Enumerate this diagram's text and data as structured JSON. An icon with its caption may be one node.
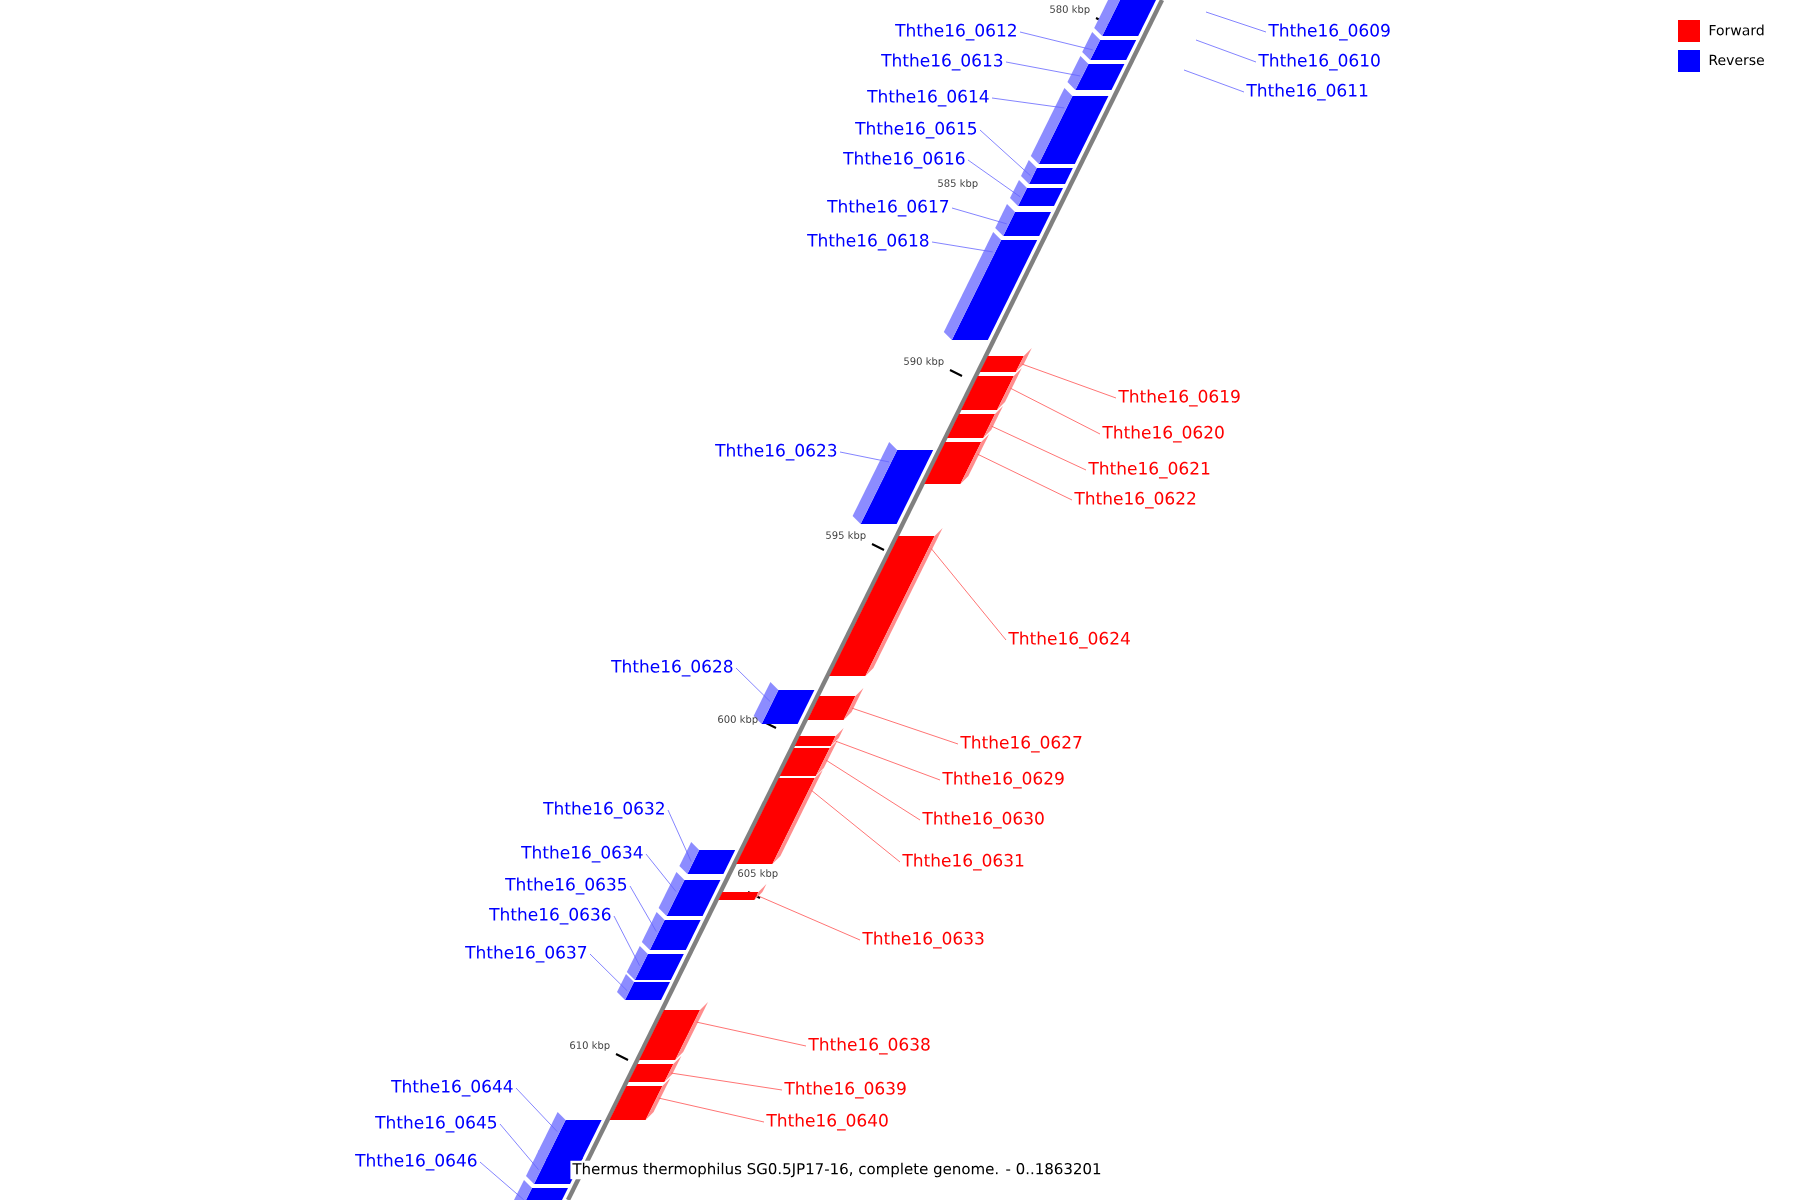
{
  "diagram": {
    "caption": "Thermus thermophilus SG0.5JP17-16, complete genome. - 0..1863201",
    "nodes": [
      {
        "text": [
          "Ththe16_0609"
        ]
      },
      {
        "text": [
          "Ththe16_0612"
        ]
      },
      {
        "text": [
          "Ththe16_0610"
        ]
      },
      {
        "text": [
          "Ththe16_0613"
        ]
      },
      {
        "text": [
          "Ththe16_0611"
        ]
      },
      {
        "text": [
          "Ththe16_0614"
        ]
      },
      {
        "text": [
          "Ththe16_0615"
        ]
      },
      {
        "text": [
          "Ththe16_0616"
        ]
      },
      {
        "text": [
          "Ththe16_0617"
        ]
      },
      {
        "text": [
          "Ththe16_0618"
        ]
      },
      {
        "text": [
          "Ththe16_0619"
        ]
      },
      {
        "text": [
          "Ththe16_0620"
        ]
      },
      {
        "text": [
          "Ththe16_0623"
        ]
      },
      {
        "text": [
          "Ththe16_0621"
        ]
      },
      {
        "text": [
          "Ththe16_0622"
        ]
      },
      {
        "text": [
          "Ththe16_0624"
        ]
      },
      {
        "text": [
          "Ththe16_0628"
        ]
      },
      {
        "text": [
          "Ththe16_0627"
        ]
      },
      {
        "text": [
          "Ththe16_0629"
        ]
      },
      {
        "text": [
          "Ththe16_0632"
        ]
      },
      {
        "text": [
          "Ththe16_0630"
        ]
      },
      {
        "text": [
          "Ththe16_0634"
        ]
      },
      {
        "text": [
          "Ththe16_0631"
        ]
      },
      {
        "text": [
          "Ththe16_0635"
        ]
      },
      {
        "text": [
          "Ththe16_0636"
        ]
      },
      {
        "text": [
          "Ththe16_0633"
        ]
      },
      {
        "text": [
          "Ththe16_0637"
        ]
      },
      {
        "text": [
          "Ththe16_0638"
        ]
      },
      {
        "text": [
          "Ththe16_0644"
        ]
      },
      {
        "text": [
          "Ththe16_0639"
        ]
      },
      {
        "text": [
          "Ththe16_0640"
        ]
      },
      {
        "text": [
          "Ththe16_0645"
        ]
      },
      {
        "text": [
          "Ththe16_0646"
        ]
      },
      {
        "text": [],
        "shape": "box"
      },
      {
        "text": [],
        "shape": "box"
      },
      {
        "text": [],
        "shape": "box"
      },
      {
        "text": [],
        "shape": "box"
      },
      {
        "text": [],
        "shape": "box"
      },
      {
        "text": [],
        "shape": "box"
      },
      {
        "text": [],
        "shape": "box"
      },
      {
        "text": [],
        "shape": "box"
      },
      {
        "text": [],
        "shape": "box"
      },
      {
        "text": [],
        "shape": "box"
      },
      {
        "text": [],
        "shape": "box"
      },
      {
        "text": [],
        "shape": "box"
      },
      {
        "text": [],
        "shape": "box"
      },
      {
        "text": [],
        "shape": "box"
      },
      {
        "text": [],
        "shape": "box"
      },
      {
        "text": [],
        "shape": "box"
      },
      {
        "text": [],
        "shape": "box"
      },
      {
        "text": [],
        "shape": "box"
      },
      {
        "text": [],
        "shape": "box"
      },
      {
        "text": [],
        "shape": "box"
      },
      {
        "text": [],
        "shape": "box"
      },
      {
        "text": [],
        "shape": "box"
      },
      {
        "text": [],
        "shape": "box"
      },
      {
        "text": [],
        "shape": "box"
      },
      {
        "text": [],
        "shape": "box"
      },
      {
        "text": [],
        "shape": "box"
      },
      {
        "text": [],
        "shape": "box"
      },
      {
        "text": [],
        "shape": "box"
      },
      {
        "text": [],
        "shape": "box"
      },
      {
        "text": [],
        "shape": "box"
      },
      {
        "text": [],
        "shape": "box"
      }
    ],
    "edges": [
      {
        "from": 0,
        "to": null,
        "arrow": "none"
      },
      {
        "from": 1,
        "to": 34,
        "arrow": "none"
      },
      {
        "from": 2,
        "to": null,
        "arrow": "none"
      },
      {
        "from": 3,
        "to": 35,
        "arrow": "none"
      },
      {
        "from": 4,
        "to": null,
        "arrow": "none"
      },
      {
        "from": 5,
        "to": 36,
        "arrow": "none"
      },
      {
        "from": 6,
        "to": 37,
        "arrow": "none"
      },
      {
        "from": 7,
        "to": 38,
        "arrow": "none"
      },
      {
        "from": 8,
        "to": 39,
        "arrow": "none"
      },
      {
        "from": 9,
        "to": 40,
        "arrow": "none"
      },
      {
        "from": 10,
        "to": 41,
        "arrow": "none",
        "color": "#ff5050"
      },
      {
        "from": 11,
        "to": 42,
        "arrow": "none",
        "color": "#ff5050"
      },
      {
        "from": 12,
        "to": 45,
        "arrow": "none"
      },
      {
        "from": 13,
        "to": 43,
        "arrow": "none",
        "color": "#ff5050"
      },
      {
        "from": 14,
        "to": 44,
        "arrow": "none",
        "color": "#ff5050"
      },
      {
        "from": 15,
        "to": 46,
        "arrow": "none",
        "color": "#ff5050"
      },
      {
        "from": 16,
        "to": 47,
        "arrow": "none"
      },
      {
        "from": 17,
        "to": 48,
        "arrow": "none",
        "color": "#ff5050"
      },
      {
        "from": 18,
        "to": 49,
        "arrow": "none",
        "color": "#ff5050"
      },
      {
        "from": 19,
        "to": 52,
        "arrow": "none"
      },
      {
        "from": 20,
        "to": 50,
        "arrow": "none",
        "color": "#ff5050"
      },
      {
        "from": 21,
        "to": 53,
        "arrow": "none"
      },
      {
        "from": 22,
        "to": 51,
        "arrow": "none",
        "color": "#ff5050"
      },
      {
        "from": 23,
        "to": 55,
        "arrow": "none"
      },
      {
        "from": 24,
        "to": 56,
        "arrow": "none"
      },
      {
        "from": 25,
        "to": 54,
        "arrow": "none",
        "color": "#ff5050"
      },
      {
        "from": 26,
        "to": 57,
        "arrow": "none"
      },
      {
        "from": 27,
        "to": 58,
        "arrow": "none",
        "color": "#ff5050"
      },
      {
        "from": 28,
        "to": 61,
        "arrow": "none"
      },
      {
        "from": 29,
        "to": 59,
        "arrow": "none",
        "color": "#ff5050"
      },
      {
        "from": 30,
        "to": 60,
        "arrow": "none",
        "color": "#ff5050"
      },
      {
        "from": 31,
        "to": 62,
        "arrow": "none"
      },
      {
        "from": 32,
        "to": 63,
        "arrow": "none"
      }
    ],
    "labels": [
      "580 kbp",
      "585 kbp",
      "590 kbp",
      "595 kbp",
      "600 kbp",
      "605 kbp",
      "610 kbp"
    ],
    "legend": [
      {
        "text": "Forward",
        "color": "#ff0000"
      },
      {
        "text": "Reverse",
        "color": "#0000ff"
      }
    ]
  }
}
